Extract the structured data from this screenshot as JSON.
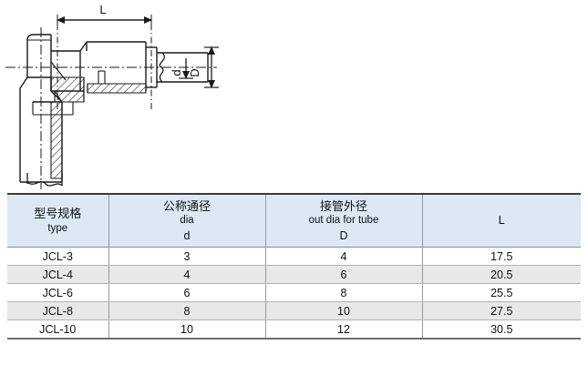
{
  "drawing": {
    "title": "elbow-tube-fitting-cross-section",
    "labels": {
      "length": "L",
      "inner_dia": "d",
      "outer_dia": "D"
    },
    "line_color": "#1a1a1a",
    "hatch_color": "#1a1a1a"
  },
  "table": {
    "columns": [
      {
        "key": "type",
        "cn": "型号规格",
        "en": "type",
        "sym": ""
      },
      {
        "key": "d",
        "cn": "公称通径",
        "en": "dia",
        "sym": "d"
      },
      {
        "key": "D",
        "cn": "接管外径",
        "en": "out dia for tube",
        "sym": "D"
      },
      {
        "key": "L",
        "cn": "",
        "en": "",
        "sym": "L"
      }
    ],
    "header_bg": "#dce8f4",
    "alt_row_bg": "#e8e8e8",
    "rows": [
      {
        "type": "JCL-3",
        "d": "3",
        "D": "4",
        "L": "17.5"
      },
      {
        "type": "JCL-4",
        "d": "4",
        "D": "6",
        "L": "20.5"
      },
      {
        "type": "JCL-6",
        "d": "6",
        "D": "8",
        "L": "25.5"
      },
      {
        "type": "JCL-8",
        "d": "8",
        "D": "10",
        "L": "27.5"
      },
      {
        "type": "JCL-10",
        "d": "10",
        "D": "12",
        "L": "30.5"
      }
    ]
  }
}
